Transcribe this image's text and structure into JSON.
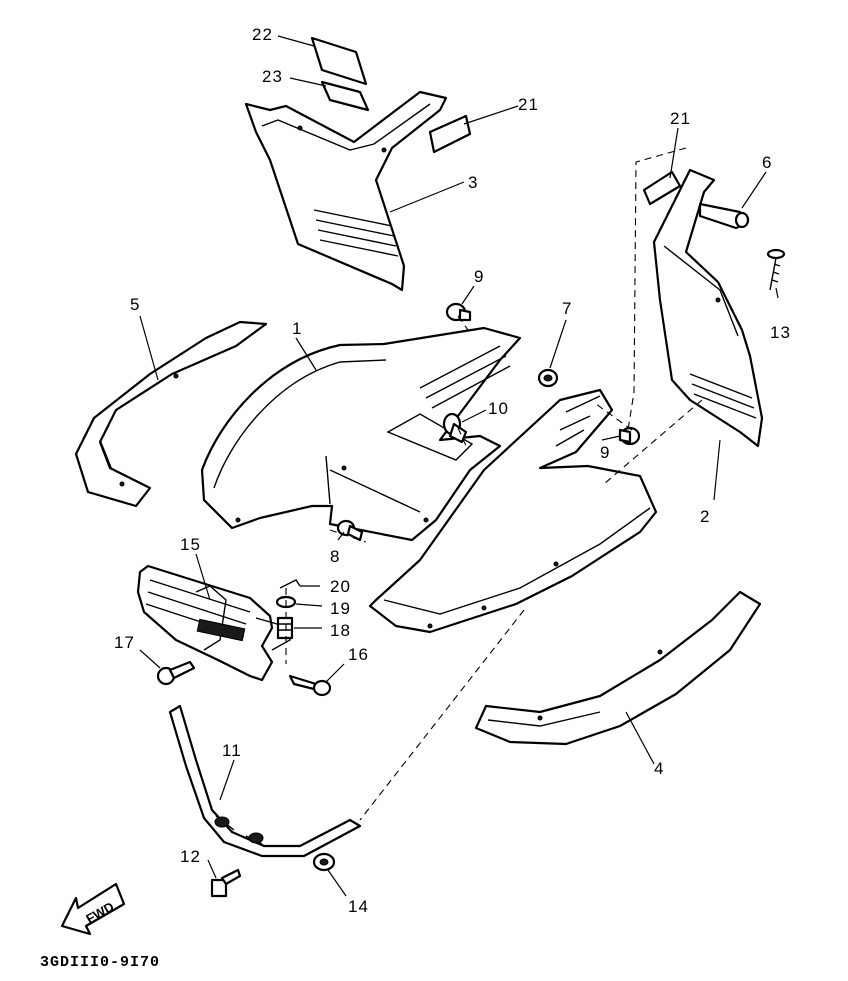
{
  "diagram": {
    "labels": {
      "p1": "1",
      "p2": "2",
      "p3": "3",
      "p4": "4",
      "p5": "5",
      "p6": "6",
      "p7": "7",
      "p8": "8",
      "p9a": "9",
      "p9b": "9",
      "p10": "10",
      "p11": "11",
      "p12": "12",
      "p13": "13",
      "p14": "14",
      "p15": "15",
      "p16": "16",
      "p17": "17",
      "p18": "18",
      "p19": "19",
      "p20": "20",
      "p21a": "21",
      "p21b": "21",
      "p22": "22",
      "p23": "23"
    },
    "direction_arrow": "FWD",
    "drawing_code": "3GDIII0-9I70"
  }
}
